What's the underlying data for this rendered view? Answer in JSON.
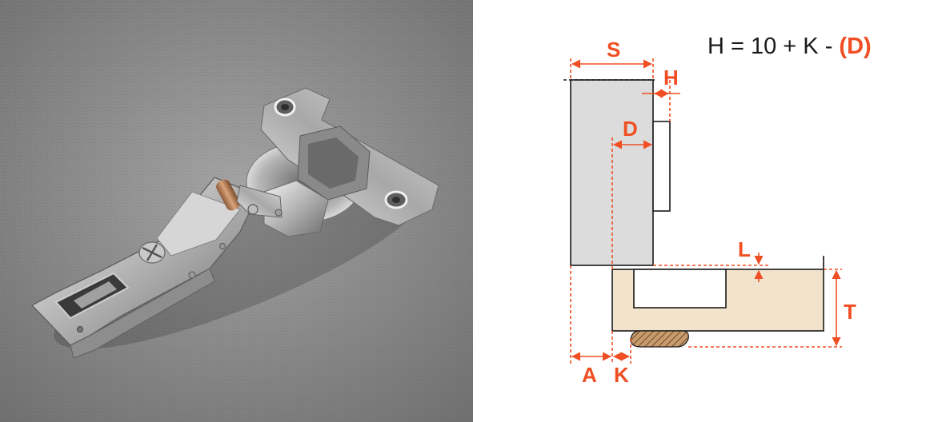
{
  "formula": {
    "main": "H = 10 + K - ",
    "highlight": "(D)"
  },
  "labels": {
    "s": "S",
    "h": "H",
    "d": "D",
    "l": "L",
    "t": "T",
    "a": "A",
    "k": "K"
  },
  "colors": {
    "accent": "#f04e23",
    "door": "#dcdcdc",
    "cabinet": "#f2e4cc",
    "outline": "#1a1a1a",
    "photo_background": "#8c8c8c"
  },
  "photo": {
    "subject": "concealed-cabinet-hinge"
  }
}
